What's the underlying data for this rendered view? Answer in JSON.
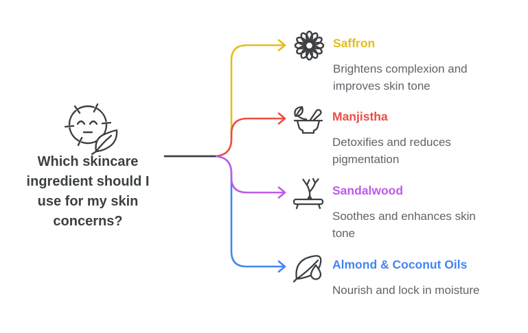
{
  "root": {
    "question": "Which skincare ingredient should I use for my skin concerns?",
    "icon": "face-with-leaf-icon"
  },
  "branches": [
    {
      "title": "Saffron",
      "description": "Brightens complexion and improves skin tone",
      "color": "#E3BE1A",
      "icon": "flower-icon"
    },
    {
      "title": "Manjistha",
      "description": "Detoxifies and reduces pigmentation",
      "color": "#EA4D45",
      "icon": "mortar-pestle-icon"
    },
    {
      "title": "Sandalwood",
      "description": "Soothes and enhances skin tone",
      "color": "#BF5AEA",
      "icon": "incense-tree-icon"
    },
    {
      "title": "Almond & Coconut Oils",
      "description": "Nourish and lock in moisture",
      "color": "#4285F4",
      "icon": "leaf-droplet-icon"
    }
  ],
  "colors": {
    "line_dark": "#3C4043",
    "text_dark": "#3C4043",
    "text_gray": "#5F6368",
    "background": "#FFFFFF"
  }
}
